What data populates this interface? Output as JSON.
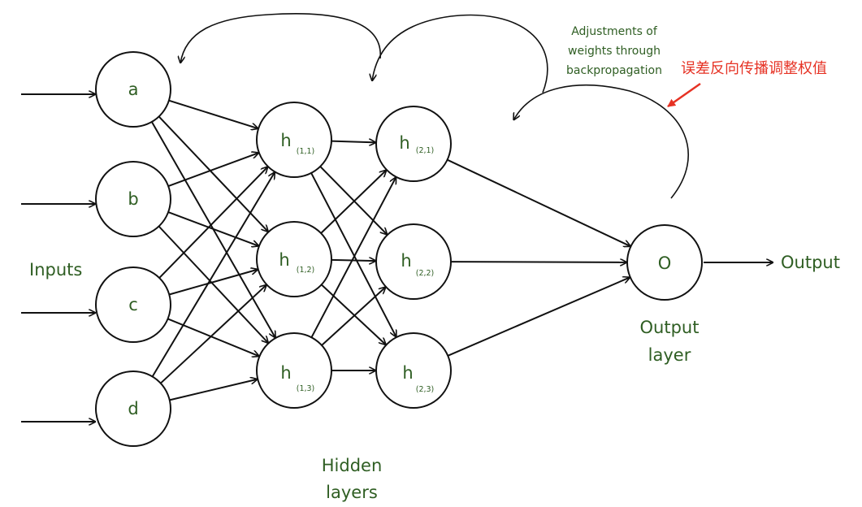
{
  "colors": {
    "label_green": "#2f5e23",
    "annotation_red": "#e63224",
    "stroke": "#111111"
  },
  "inputs_label": "Inputs",
  "output_label": "Output",
  "output_layer_label": [
    "Output",
    "layer"
  ],
  "hidden_layers_label": [
    "Hidden",
    "layers"
  ],
  "backprop_annotation": [
    "Adjustments of",
    "weights through",
    "backpropagation"
  ],
  "chinese_annotation": "误差反向传播调整权值",
  "nodes": {
    "a": {
      "main": "a",
      "sub": ""
    },
    "b": {
      "main": "b",
      "sub": ""
    },
    "c": {
      "main": "c",
      "sub": ""
    },
    "d": {
      "main": "d",
      "sub": ""
    },
    "h11": {
      "main": "h",
      "sub": "(1,1)"
    },
    "h12": {
      "main": "h",
      "sub": "(1,2)"
    },
    "h13": {
      "main": "h",
      "sub": "(1,3)"
    },
    "h21": {
      "main": "h",
      "sub": "(2,1)"
    },
    "h22": {
      "main": "h",
      "sub": "(2,2)"
    },
    "h23": {
      "main": "h",
      "sub": "(2,3)"
    },
    "o": {
      "main": "O",
      "sub": ""
    }
  }
}
